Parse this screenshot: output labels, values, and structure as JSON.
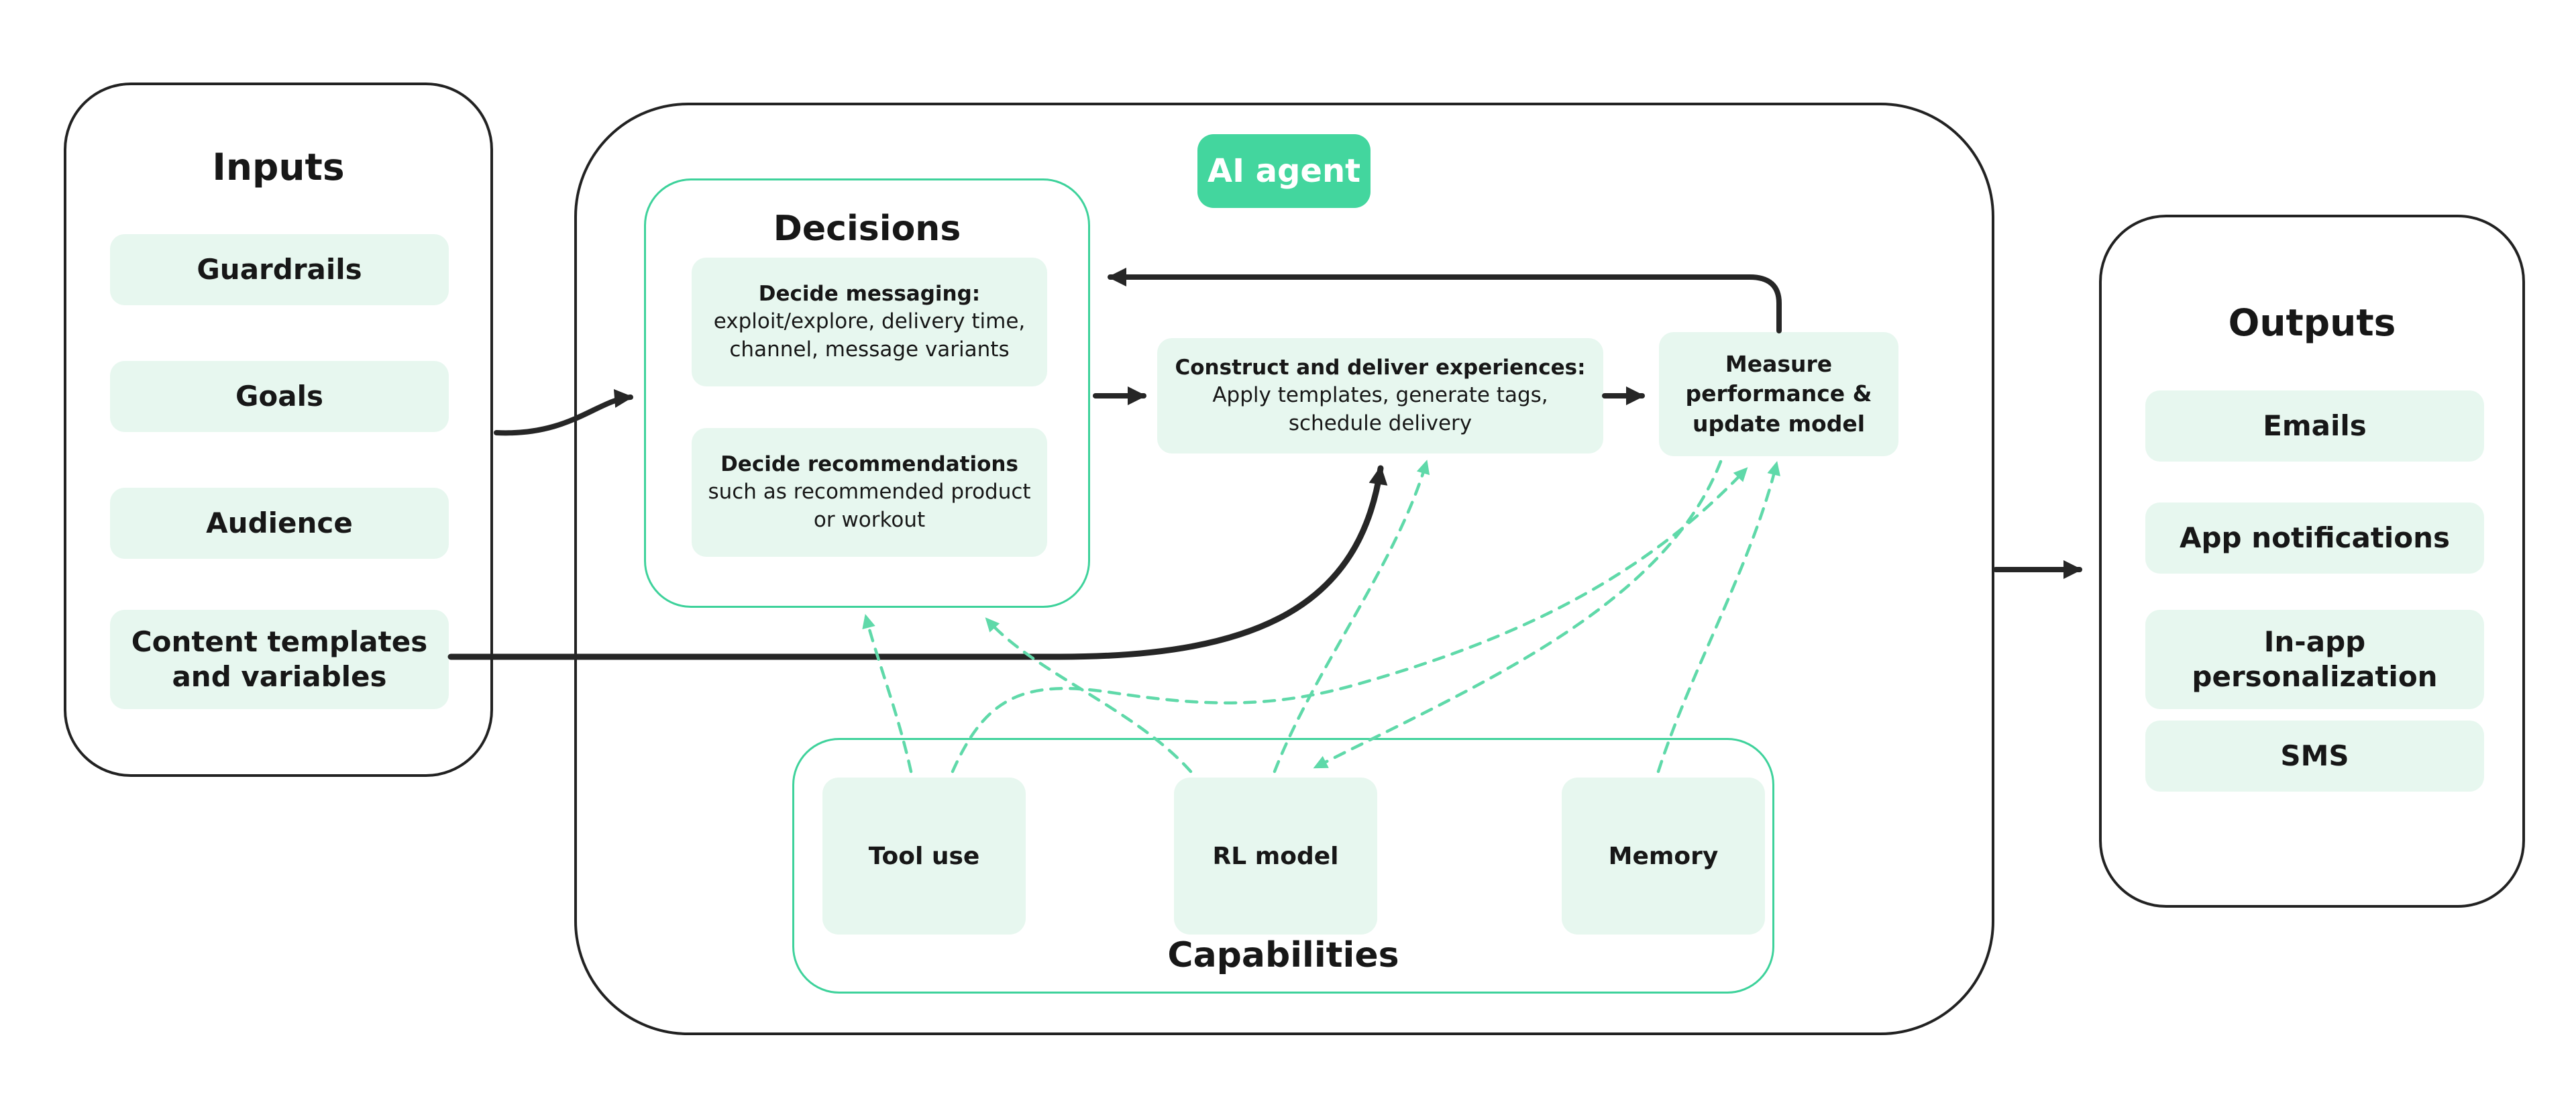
{
  "colors": {
    "accent_green": "#3ed29b",
    "pill_green": "#43d69e",
    "mint_fill": "#e7f7ef",
    "dashed_green": "#5fd9a9",
    "ink": "#222222"
  },
  "inputs": {
    "title": "Inputs",
    "items": [
      "Guardrails",
      "Goals",
      "Audience",
      "Content templates and variables"
    ]
  },
  "agent": {
    "label": "AI agent",
    "decisions": {
      "title": "Decisions",
      "cards": [
        {
          "bold": "Decide messaging:",
          "rest": "exploit/explore, delivery time, channel, message variants"
        },
        {
          "bold": "Decide recommendations",
          "rest": "such as recommended product or workout"
        }
      ]
    },
    "construct": {
      "bold": "Construct and deliver experiences:",
      "rest": "Apply templates, generate tags, schedule delivery"
    },
    "measure": {
      "label": "Measure performance & update model"
    },
    "capabilities": {
      "title": "Capabilities",
      "items": [
        "Tool use",
        "RL model",
        "Memory"
      ]
    }
  },
  "outputs": {
    "title": "Outputs",
    "items": [
      "Emails",
      "App notifications",
      "In-app personalization",
      "SMS"
    ]
  }
}
